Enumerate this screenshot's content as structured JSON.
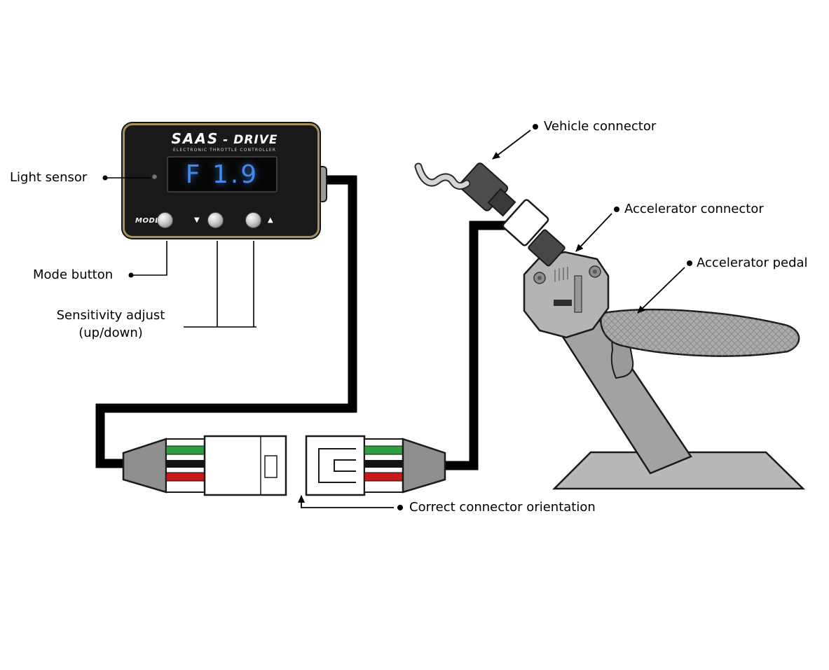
{
  "device": {
    "brand": "SAAS",
    "brand_dash": "- DRIVE",
    "subtitle": "ELECTRONIC THROTTLE CONTROLLER",
    "display_value": "F 1.9",
    "mode_label": "MODE",
    "down_glyph": "▼",
    "up_glyph": "▲"
  },
  "callouts": {
    "light_sensor": "Light sensor",
    "mode_button": "Mode button",
    "sensitivity_line1": "Sensitivity adjust",
    "sensitivity_line2": "(up/down)",
    "vehicle_connector": "Vehicle connector",
    "accelerator_connector": "Accelerator connector",
    "accelerator_pedal": "Accelerator pedal",
    "correct_orientation": "Correct connector orientation"
  },
  "colors": {
    "display_text": "#4289f0",
    "device_rim": "#a8905e",
    "cable_black": "#000000",
    "wire_green": "#2f9e41",
    "wire_black": "#141414",
    "wire_red": "#c81a1a",
    "metal_gray": "#ababab"
  }
}
